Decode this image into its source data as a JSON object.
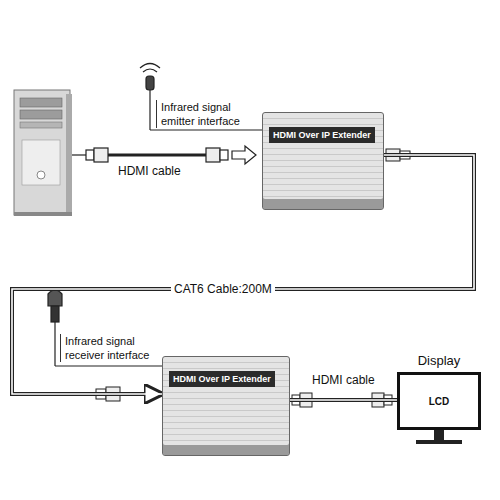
{
  "diagram": {
    "nodes": [
      {
        "text": [
          "HDMI Over IP Extender"
        ]
      },
      {
        "text": [
          "HDMI Over IP Extender"
        ]
      },
      {
        "text": [
          "Display",
          "LCD"
        ]
      }
    ],
    "edges": [
      {
        "from": 0,
        "to": 1,
        "label": "CAT6 Cable:200M",
        "arrow": "to"
      },
      {
        "from": 1,
        "to": 2,
        "label": "HDMI cable",
        "arrow": "none"
      }
    ],
    "labels": [
      "Infrared signal emitter interface",
      "HDMI cable",
      "Infrared signal receiver interface"
    ]
  }
}
